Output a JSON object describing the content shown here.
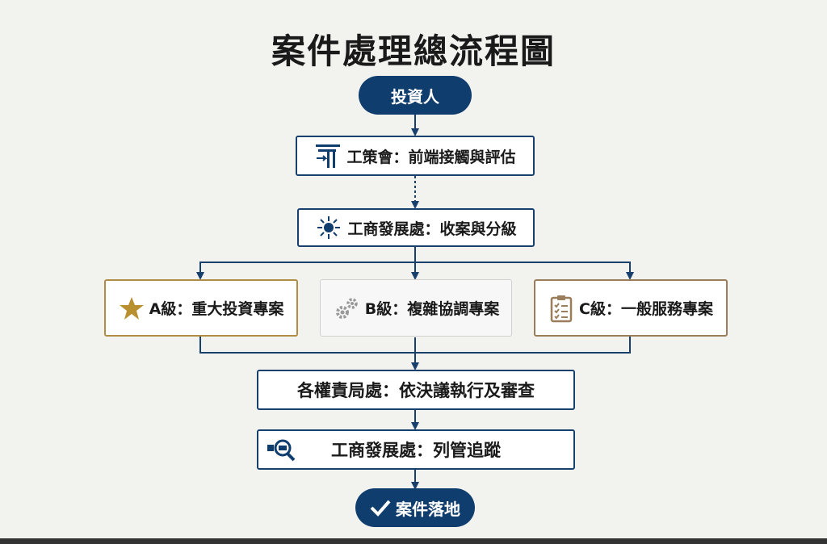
{
  "title": "案件處理總流程圖",
  "nodes": {
    "investor": "投資人",
    "bureau": "工策會：前端接觸與評估",
    "idb": "工商發展處：收案與分級",
    "grade_a": "A級：重大投資專案",
    "grade_b": "B級：複雜協調專案",
    "grade_c": "C級：一般服務專案",
    "agencies": "各權責局處：依決議執行及審查",
    "tracking": "工商發展處：列管追蹤",
    "landing": "案件落地"
  },
  "icons": {
    "bureau": "building-icon",
    "idb": "network-hub-icon",
    "grade_a": "star-icon",
    "grade_b": "gears-icon",
    "grade_c": "clipboard-checklist-icon",
    "tracking": "magnifier-icon",
    "landing": "checkmark-icon"
  },
  "colors": {
    "navy": "#0f3d6e",
    "gold": "#b8902f",
    "grey_icon": "#9a9a9a",
    "bronze": "#9a7d5a"
  }
}
